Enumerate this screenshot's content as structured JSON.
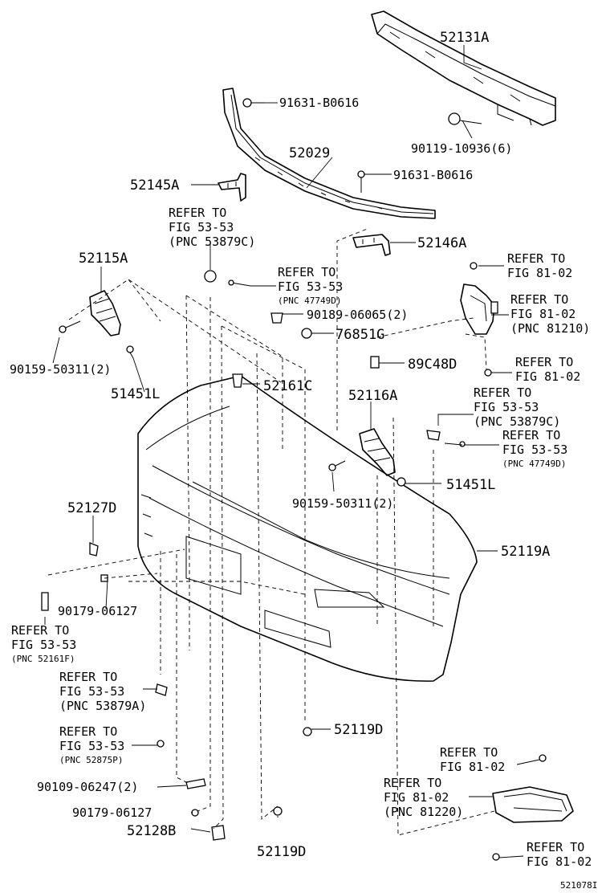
{
  "diagram_id": "521078I",
  "callouts": [
    {
      "name": "callout-52131a",
      "lines": [
        "52131A"
      ]
    },
    {
      "name": "callout-91631-b0616-top",
      "lines": [
        "91631-B0616"
      ]
    },
    {
      "name": "callout-90119-10936",
      "lines": [
        "90119-10936(6)"
      ]
    },
    {
      "name": "callout-52029",
      "lines": [
        "52029"
      ]
    },
    {
      "name": "callout-91631-b0616-mid",
      "lines": [
        "91631-B0616"
      ]
    },
    {
      "name": "callout-52145a",
      "lines": [
        "52145A"
      ]
    },
    {
      "name": "callout-refer-53879c-top",
      "lines": [
        "REFER TO",
        "FIG 53-53",
        "(PNC 53879C)"
      ]
    },
    {
      "name": "callout-52146a",
      "lines": [
        "52146A"
      ]
    },
    {
      "name": "callout-52115a",
      "lines": [
        "52115A"
      ]
    },
    {
      "name": "callout-refer-47749d-left",
      "lines": [
        "REFER TO",
        "FIG 53-53",
        "(PNC 47749D)"
      ]
    },
    {
      "name": "callout-refer-81-02-a",
      "lines": [
        "REFER TO",
        "FIG 81-02"
      ]
    },
    {
      "name": "callout-90189-06065",
      "lines": [
        "90189-06065(2)"
      ]
    },
    {
      "name": "callout-refer-81210",
      "lines": [
        "REFER TO",
        "FIG 81-02",
        "(PNC 81210)"
      ]
    },
    {
      "name": "callout-76851g",
      "lines": [
        "76851G"
      ]
    },
    {
      "name": "callout-90159-50311-left",
      "lines": [
        "90159-50311(2)"
      ]
    },
    {
      "name": "callout-refer-81-02-b",
      "lines": [
        "REFER TO",
        "FIG 81-02"
      ]
    },
    {
      "name": "callout-89c48d",
      "lines": [
        "89C48D"
      ]
    },
    {
      "name": "callout-51451l-left",
      "lines": [
        "51451L"
      ]
    },
    {
      "name": "callout-52161c",
      "lines": [
        "52161C"
      ]
    },
    {
      "name": "callout-52116a",
      "lines": [
        "52116A"
      ]
    },
    {
      "name": "callout-refer-53879c-right",
      "lines": [
        "REFER TO",
        "FIG 53-53",
        "(PNC 53879C)"
      ]
    },
    {
      "name": "callout-refer-47749d-right",
      "lines": [
        "REFER TO",
        "FIG 53-53",
        "(PNC 47749D)"
      ]
    },
    {
      "name": "callout-51451l-right",
      "lines": [
        "51451L"
      ]
    },
    {
      "name": "callout-90159-50311-right",
      "lines": [
        "90159-50311(2)"
      ]
    },
    {
      "name": "callout-52127d",
      "lines": [
        "52127D"
      ]
    },
    {
      "name": "callout-52119a",
      "lines": [
        "52119A"
      ]
    },
    {
      "name": "callout-90179-06127-mid",
      "lines": [
        "90179-06127"
      ]
    },
    {
      "name": "callout-refer-52161f",
      "lines": [
        "REFER TO",
        "FIG 53-53",
        "(PNC 52161F)"
      ]
    },
    {
      "name": "callout-refer-53879a",
      "lines": [
        "REFER TO",
        "FIG 53-53",
        "(PNC 53879A)"
      ]
    },
    {
      "name": "callout-52119d-right",
      "lines": [
        "52119D"
      ]
    },
    {
      "name": "callout-refer-52875p",
      "lines": [
        "REFER TO",
        "FIG 53-53",
        "(PNC 52875P)"
      ]
    },
    {
      "name": "callout-refer-81-02-c",
      "lines": [
        "REFER TO",
        "FIG 81-02"
      ]
    },
    {
      "name": "callout-90109-06247",
      "lines": [
        "90109-06247(2)"
      ]
    },
    {
      "name": "callout-refer-81220",
      "lines": [
        "REFER TO",
        "FIG 81-02",
        "(PNC 81220)"
      ]
    },
    {
      "name": "callout-90179-06127-low",
      "lines": [
        "90179-06127"
      ]
    },
    {
      "name": "callout-52128b",
      "lines": [
        "52128B"
      ]
    },
    {
      "name": "callout-52119d-bottom",
      "lines": [
        "52119D"
      ]
    },
    {
      "name": "callout-refer-81-02-d",
      "lines": [
        "REFER TO",
        "FIG 81-02"
      ]
    }
  ]
}
